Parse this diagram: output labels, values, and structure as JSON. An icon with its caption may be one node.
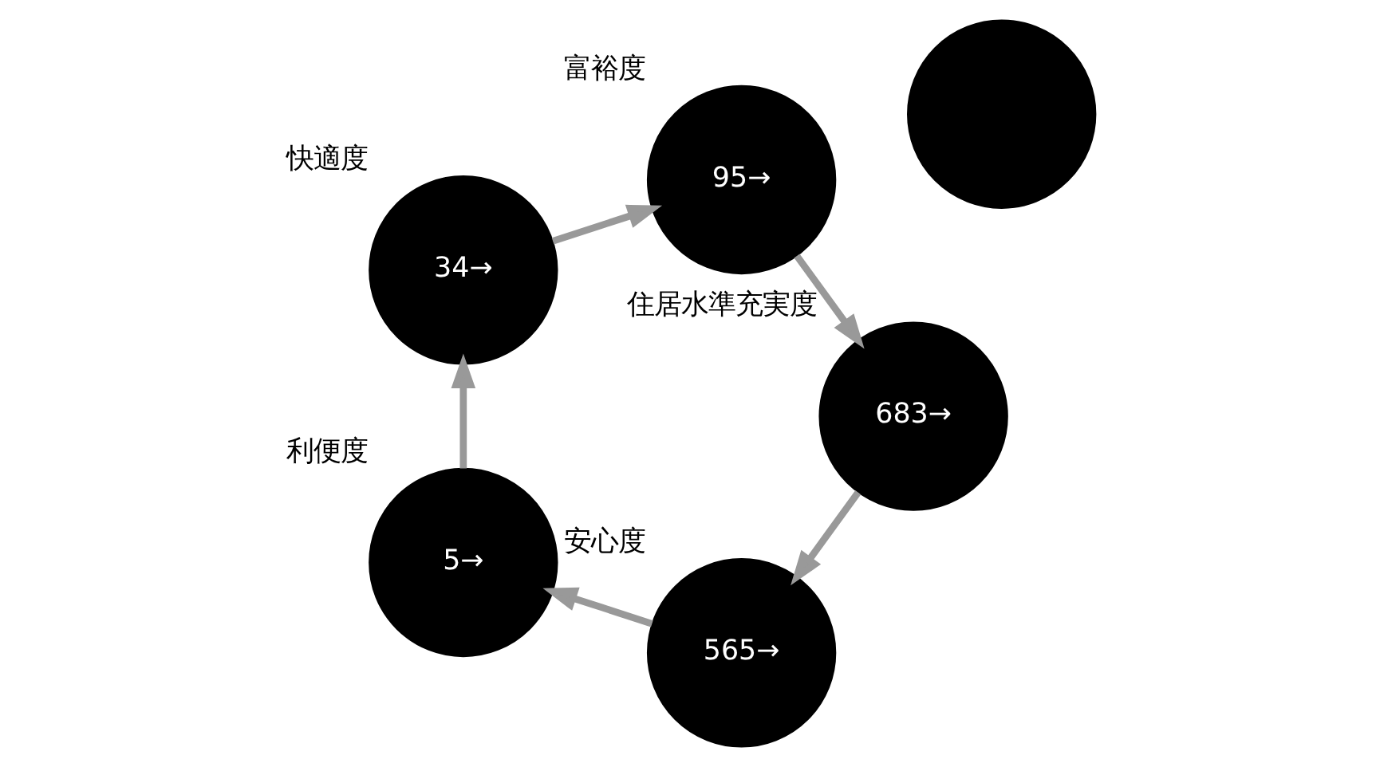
{
  "diagram": {
    "nodes": [
      {
        "text": [
          "565→"
        ],
        "beside": [
          "安心度"
        ]
      },
      {
        "text": [
          "683→"
        ],
        "beside": [
          "住居水準充実度"
        ]
      },
      {
        "text": [
          "5→"
        ],
        "beside": [
          "利便度"
        ]
      },
      {
        "text": [],
        "shape": "circle"
      },
      {
        "text": [
          "95→"
        ],
        "beside": [
          "富裕度"
        ]
      },
      {
        "text": [
          "34→"
        ],
        "beside": [
          "快適度"
        ]
      }
    ],
    "edges": [
      {
        "from": 0,
        "to": 2,
        "arrow": "to"
      },
      {
        "from": 2,
        "to": 5,
        "arrow": "to"
      },
      {
        "from": 5,
        "to": 4,
        "arrow": "to"
      },
      {
        "from": 4,
        "to": 1,
        "arrow": "to"
      },
      {
        "from": 1,
        "to": 0,
        "arrow": "to"
      }
    ]
  }
}
